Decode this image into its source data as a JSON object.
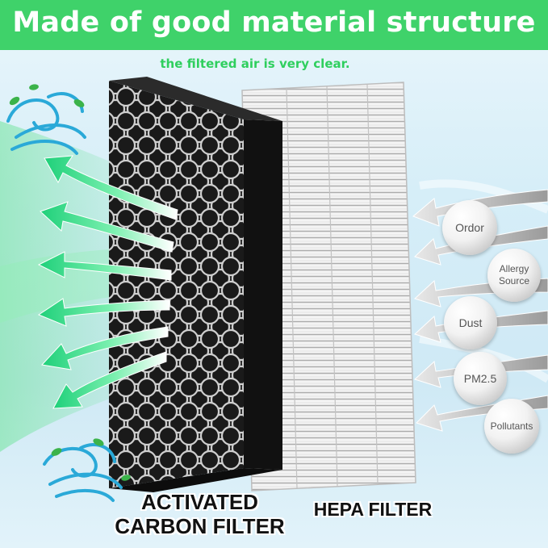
{
  "header": {
    "title": "Made of good material structure",
    "subtitle": "the filtered air is very clear."
  },
  "bubbles": [
    {
      "label": "Ordor"
    },
    {
      "label": "Allergy Source"
    },
    {
      "label": "Dust"
    },
    {
      "label": "PM2.5"
    },
    {
      "label": "Pollutants"
    }
  ],
  "labels": {
    "carbon": "ACTIVATED CARBON FILTER",
    "hepa": "HEPA FILTER"
  },
  "icons": [
    "wind-swirl-icon",
    "leaf-icon",
    "air-flow-arrow-icon"
  ],
  "colors": {
    "header_green": "#3fd26a",
    "clean_air_green": "#2ee07a",
    "carbon_black": "#1a1a1a",
    "hepa_white": "#f4f4f4"
  }
}
